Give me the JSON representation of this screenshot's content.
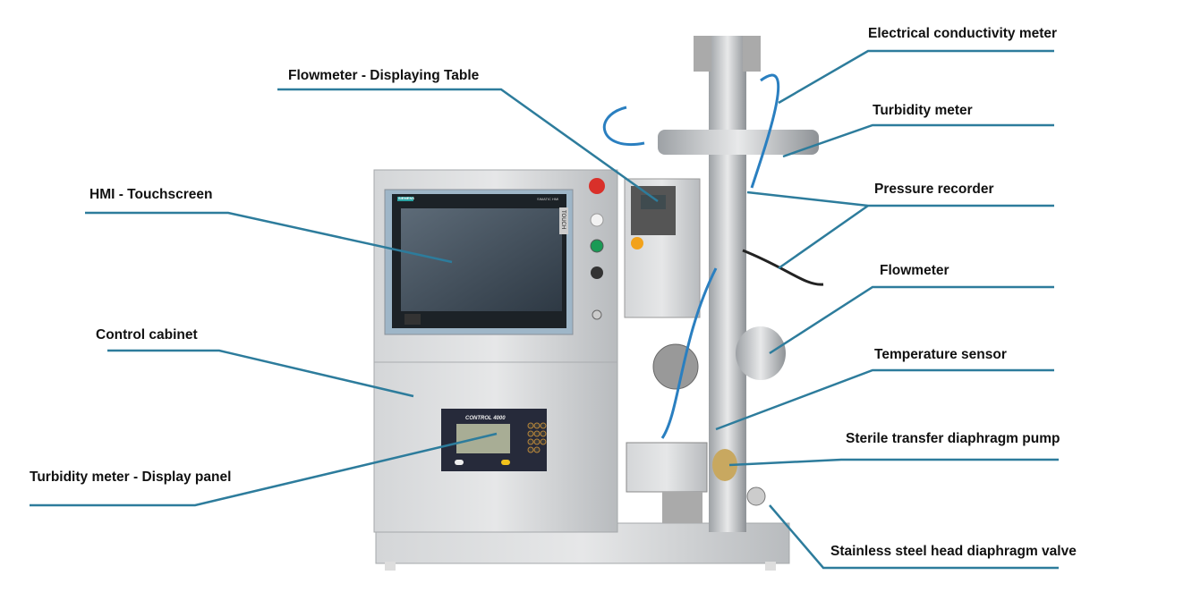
{
  "labels": {
    "flowmeter_display": "Flowmeter - Displaying Table",
    "hmi": "HMI - Touchscreen",
    "control_cabinet": "Control cabinet",
    "turbidity_display": "Turbidity meter - Display panel",
    "conductivity": "Electrical conductivity meter",
    "turbidity": "Turbidity meter",
    "pressure": "Pressure recorder",
    "flowmeter": "Flowmeter",
    "temperature": "Temperature sensor",
    "pump": "Sterile transfer diaphragm pump",
    "valve": "Stainless steel head diaphragm valve"
  },
  "device_text": {
    "brand": "SIEMENS",
    "hmi_model": "SIMATIC HMI",
    "touch": "TOUCH",
    "panel_title": "CONTROL 4000"
  },
  "colors": {
    "leader": "#2d7c9c",
    "steel": "#c9ccce"
  }
}
